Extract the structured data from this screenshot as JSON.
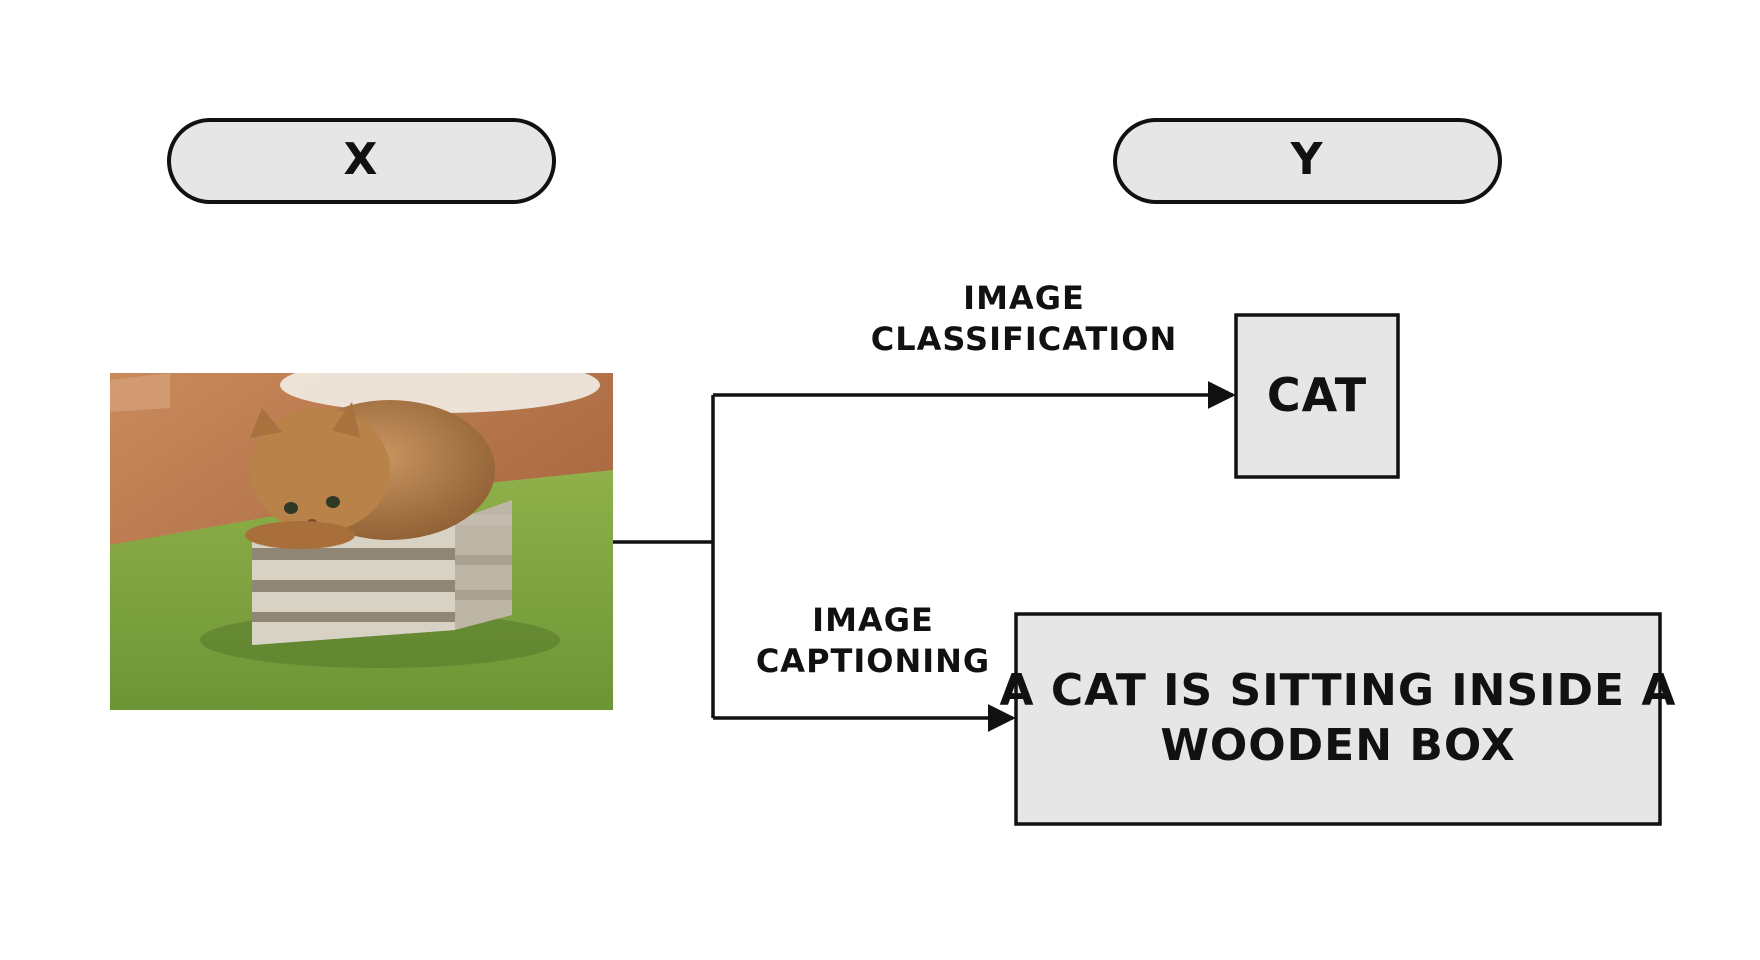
{
  "header": {
    "input_label": "X",
    "output_label": "Y"
  },
  "branches": {
    "classification": {
      "task_line1": "IMAGE",
      "task_line2": "CLASSIFICATION",
      "output": "CAT"
    },
    "captioning": {
      "task_line1": "IMAGE",
      "task_line2": "CAPTIONING",
      "output_line1": "A CAT IS SITTING INSIDE A",
      "output_line2": "WOODEN BOX"
    }
  },
  "colors": {
    "box_fill": "#e6e6e6",
    "stroke": "#111111",
    "carpet": "#7da33e",
    "floor": "#b9734a",
    "cat": "#b07a45",
    "crate": "#d8d2c4"
  },
  "icons": {
    "input_image": "cat-in-wooden-box-photo"
  }
}
